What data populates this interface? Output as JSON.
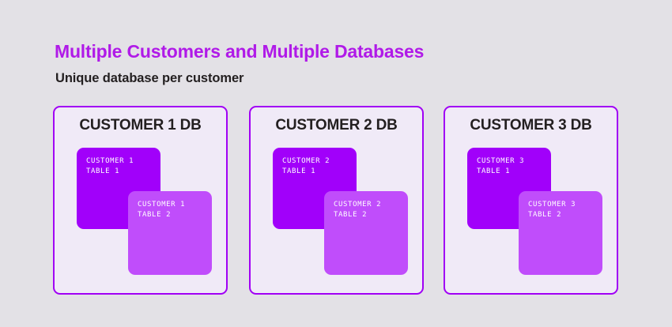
{
  "page": {
    "background_color": "#e3e1e6",
    "title": "Multiple Customers and Multiple Databases",
    "subtitle": "Unique database per customer",
    "title_color": "#b01ae8",
    "subtitle_color": "#231f20"
  },
  "theme": {
    "card_background": "#f0eaf7",
    "card_border": "#a100f5",
    "table_primary": "#a100fa",
    "table_secondary": "#c04dfb",
    "table_text": "#ffffff",
    "card_title_color": "#231f20"
  },
  "cards": [
    {
      "title": "CUSTOMER 1 DB",
      "tables": [
        {
          "line1": "CUSTOMER 1",
          "line2": "TABLE 1",
          "shade": "primary"
        },
        {
          "line1": "CUSTOMER 1",
          "line2": "TABLE 2",
          "shade": "secondary"
        }
      ]
    },
    {
      "title": "CUSTOMER 2 DB",
      "tables": [
        {
          "line1": "CUSTOMER 2",
          "line2": "TABLE 1",
          "shade": "primary"
        },
        {
          "line1": "CUSTOMER 2",
          "line2": "TABLE 2",
          "shade": "secondary"
        }
      ]
    },
    {
      "title": "CUSTOMER 3 DB",
      "tables": [
        {
          "line1": "CUSTOMER 3",
          "line2": "TABLE 1",
          "shade": "primary"
        },
        {
          "line1": "CUSTOMER 3",
          "line2": "TABLE 2",
          "shade": "secondary"
        }
      ]
    }
  ]
}
